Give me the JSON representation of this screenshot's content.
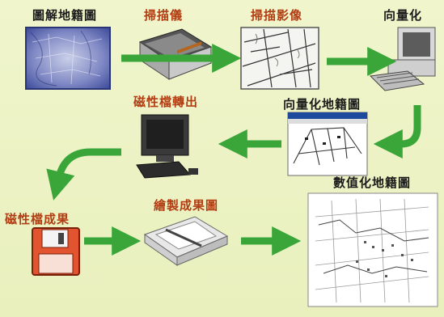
{
  "labels": {
    "cadastral_map": "圖解地籍圖",
    "scanner": "掃描儀",
    "scan_image": "掃描影像",
    "vectorize": "向量化",
    "vector_cadastral_map": "向量化地籍圖",
    "magnetic_file_export": "磁性檔轉出",
    "digital_cadastral_map": "數值化地籍圖",
    "magnetic_file_result": "磁性檔成果",
    "plot_result_map": "繪製成果圖"
  },
  "colors": {
    "background": "#eef3c6",
    "arrow_green": "#3aa63a",
    "label_red": "#b33d12",
    "label_dark": "#1a1a1a"
  },
  "icons": {
    "cadastral_map": "old-map-image",
    "scanner": "flatbed-scanner-icon",
    "scan_image": "scanned-map-image",
    "vectorize": "desktop-computer-icon",
    "vector_cadastral_map": "vector-map-screenshot",
    "magnetic_file_export": "desktop-computer-icon",
    "digital_cadastral_map": "digital-cadastral-map-image",
    "magnetic_file_result": "floppy-disk-icon",
    "plot_result_map": "plotter-icon"
  }
}
